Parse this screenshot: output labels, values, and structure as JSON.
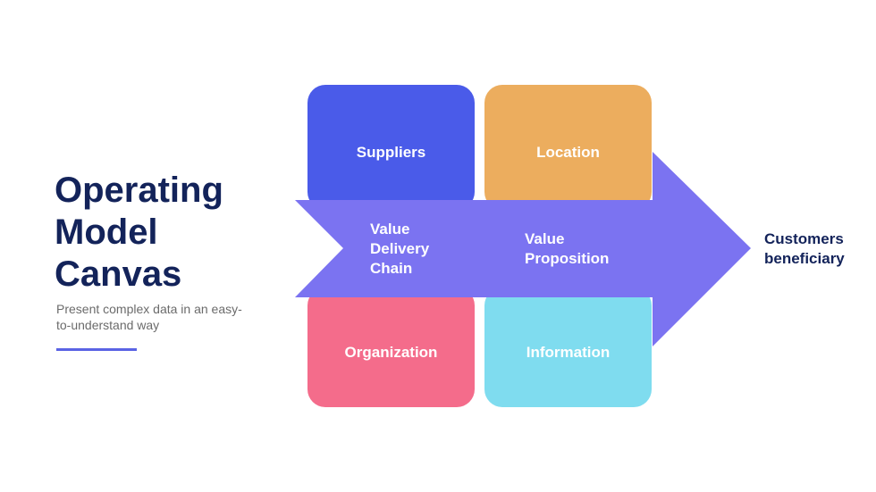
{
  "title_lines": [
    "Operating",
    "Model",
    "Canvas"
  ],
  "subtitle_lines": [
    "Present complex data in an easy-",
    "to-understand way"
  ],
  "quadrants": [
    {
      "label": "Suppliers",
      "color": "#4a5be9"
    },
    {
      "label": "Location",
      "color": "#ecad5e"
    },
    {
      "label": "Organization",
      "color": "#f46c8b"
    },
    {
      "label": "Information",
      "color": "#7fdcef"
    }
  ],
  "arrow": {
    "color": "#7b73f1",
    "left_text": [
      "Value",
      "Delivery",
      "Chain"
    ],
    "right_text": [
      "Value",
      "Proposition"
    ]
  },
  "outcome_lines": [
    "Customers",
    "beneficiary"
  ],
  "accent_color": "#5a63e4",
  "title_color": "#13235a"
}
